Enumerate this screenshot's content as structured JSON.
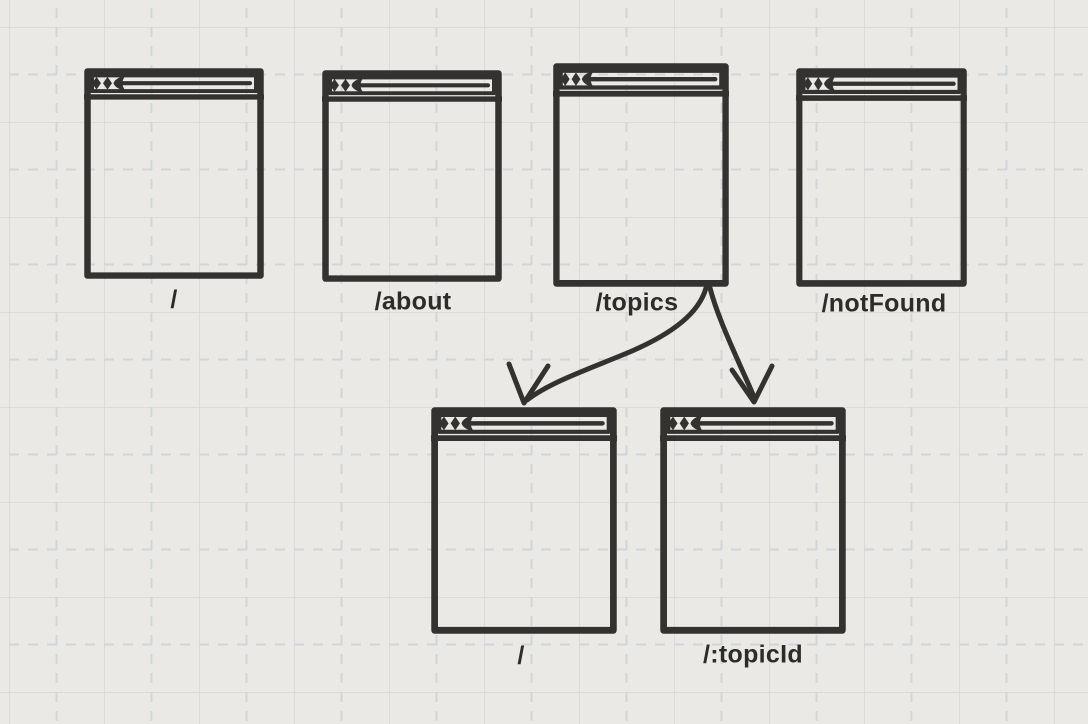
{
  "diagram": {
    "type": "route-tree-sketch",
    "windows": [
      {
        "id": "root",
        "label": "/"
      },
      {
        "id": "about",
        "label": "/about"
      },
      {
        "id": "topics",
        "label": "/topics"
      },
      {
        "id": "not-found",
        "label": "/notFound"
      },
      {
        "id": "topics-index",
        "label": "/"
      },
      {
        "id": "topic-detail",
        "label": "/:topicId"
      }
    ],
    "edges": [
      {
        "from": "/topics",
        "to": "/"
      },
      {
        "from": "/topics",
        "to": "/:topicId"
      }
    ],
    "window_icons": [
      "window-button-diamond-icon",
      "window-button-diamond-icon",
      "back-arrow-icon",
      "address-bar"
    ],
    "colors": {
      "background": "#ebe9e6",
      "grid_solid": "#d9d7d4",
      "grid_dashed": "#d2d5d8",
      "stroke": "#343230",
      "label_text": "#2d2c2a"
    }
  }
}
